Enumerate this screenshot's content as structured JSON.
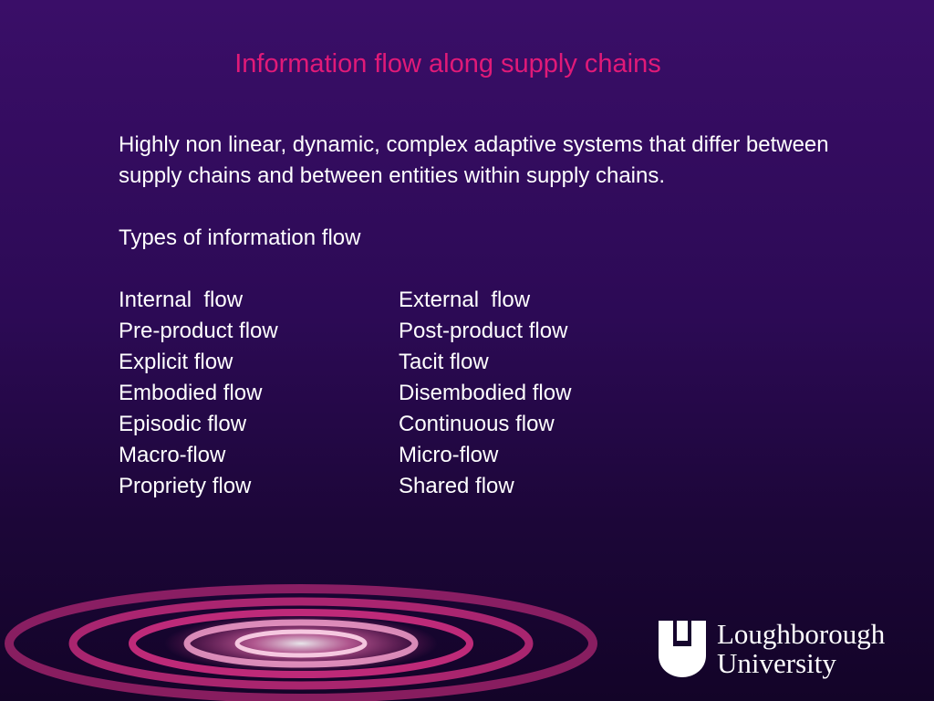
{
  "slide": {
    "title": "Information flow along supply chains",
    "intro": "Highly non linear, dynamic, complex adaptive systems that differ between supply chains and between entities within supply chains.",
    "types_heading": "Types of information flow",
    "flows": [
      {
        "left": "Internal  flow",
        "right": "External  flow"
      },
      {
        "left": "Pre-product flow",
        "right": "Post-product flow"
      },
      {
        "left": "Explicit flow",
        "right": "Tacit flow"
      },
      {
        "left": "Embodied flow",
        "right": "Disembodied flow"
      },
      {
        "left": "Episodic flow",
        "right": "Continuous flow"
      },
      {
        "left": "Macro-flow",
        "right": "Micro-flow"
      },
      {
        "left": "Propriety flow",
        "right": "Shared flow"
      }
    ]
  },
  "branding": {
    "logo_line1": "Loughborough",
    "logo_line2": "University",
    "logo_icon": "loughborough-shield-icon"
  },
  "colors": {
    "background": "#2c0a55",
    "title": "#e01a78",
    "text": "#ffffff",
    "swirl": "#e8338c"
  }
}
